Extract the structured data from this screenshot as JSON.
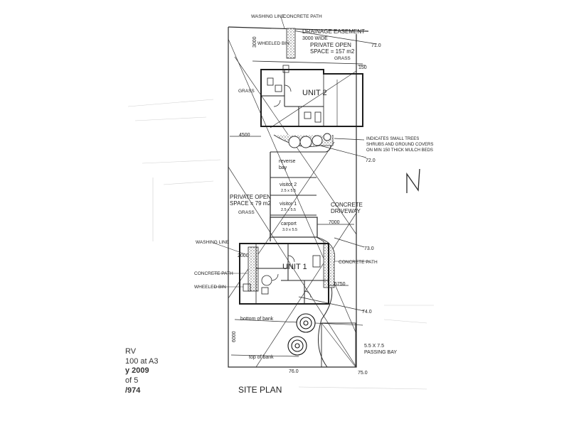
{
  "labels": {
    "washing_line_top": "WASHING LINE",
    "concrete_path_top": "CONCRETE PATH",
    "drainage_easement": "DRAINAGE EASEMENT",
    "drainage_width": "3000 WIDE",
    "dim_3000": "3000",
    "wheeled_bin_top": "WHEELED BIN",
    "private_open_2_a": "PRIVATE OPEN",
    "private_open_2_b": "SPACE = 157 m2",
    "level_71": "71.0",
    "grass_top": "GRASS",
    "dim_150": "150",
    "grass_left": "GRASS",
    "unit_2": "UNIT 2",
    "dim_4500": "4500",
    "trees_note_1": "INDICATES SMALL TREES",
    "trees_note_2": "SHRUBS AND GROUND COVERS",
    "trees_note_3": "ON MIN 150 THICK MULCH BEDS",
    "level_72": "72.0",
    "reverse": "reverse",
    "bay": "bay",
    "visitor_2": "visitor 2",
    "visitor_2_size": "2.5 x 5.5",
    "visitor_1": "visitor 1",
    "visitor_1_size": "2.5 x 5.5",
    "private_open_1_a": "PRIVATE OPEN",
    "private_open_1_b": "SPACE = 79 m2",
    "grass_mid": "GRASS",
    "concrete": "CONCRETE",
    "driveway": "DRIVEWAY",
    "carport": "carport",
    "carport_size": "3.0 x 5.5",
    "dim_7000": "7000",
    "washing_line_bottom": "WASHING LINE",
    "dim_2000": "2000",
    "level_73": "73.0",
    "concrete_path_right": "CONCRETE PATH",
    "unit_1": "UNIT 1",
    "concrete_path_left": "CONCRETE PATH",
    "wheeled_bin_bottom": "WHEELED BIN",
    "dim_5750": "5750",
    "level_74": "74.0",
    "bottom_of_bank": "bottom of bank",
    "dim_6000": "6000",
    "passing_bay_size": "5.5 X 7.5",
    "passing_bay": "PASSING BAY",
    "top_of_bank": "top of bank",
    "level_76": "76.0",
    "level_75": "75.0",
    "title": "SITE PLAN"
  },
  "side_notes": [
    "RV",
    "100 at A3",
    "y 2009",
    "of 5",
    "/974"
  ],
  "colors": {
    "ink": "#2a2a2a",
    "background": "#ffffff",
    "shade": "#ececec"
  }
}
